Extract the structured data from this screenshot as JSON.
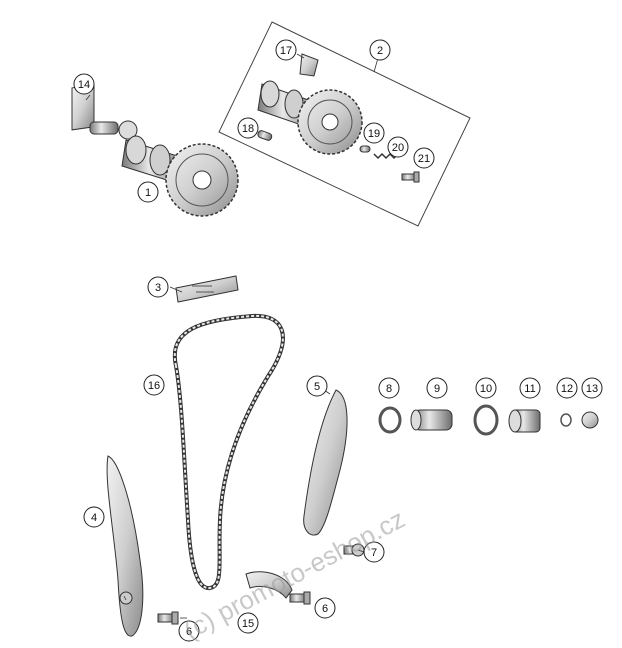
{
  "callouts": [
    {
      "label": "1"
    },
    {
      "label": "2"
    },
    {
      "label": "3"
    },
    {
      "label": "4"
    },
    {
      "label": "5"
    },
    {
      "label": "6"
    },
    {
      "label": "6"
    },
    {
      "label": "7"
    },
    {
      "label": "8"
    },
    {
      "label": "9"
    },
    {
      "label": "10"
    },
    {
      "label": "11"
    },
    {
      "label": "12"
    },
    {
      "label": "13"
    },
    {
      "label": "14"
    },
    {
      "label": "15"
    },
    {
      "label": "16"
    },
    {
      "label": "17"
    },
    {
      "label": "18"
    },
    {
      "label": "19"
    },
    {
      "label": "20"
    },
    {
      "label": "21"
    }
  ],
  "watermark": "(c) promoto-eshop.cz"
}
